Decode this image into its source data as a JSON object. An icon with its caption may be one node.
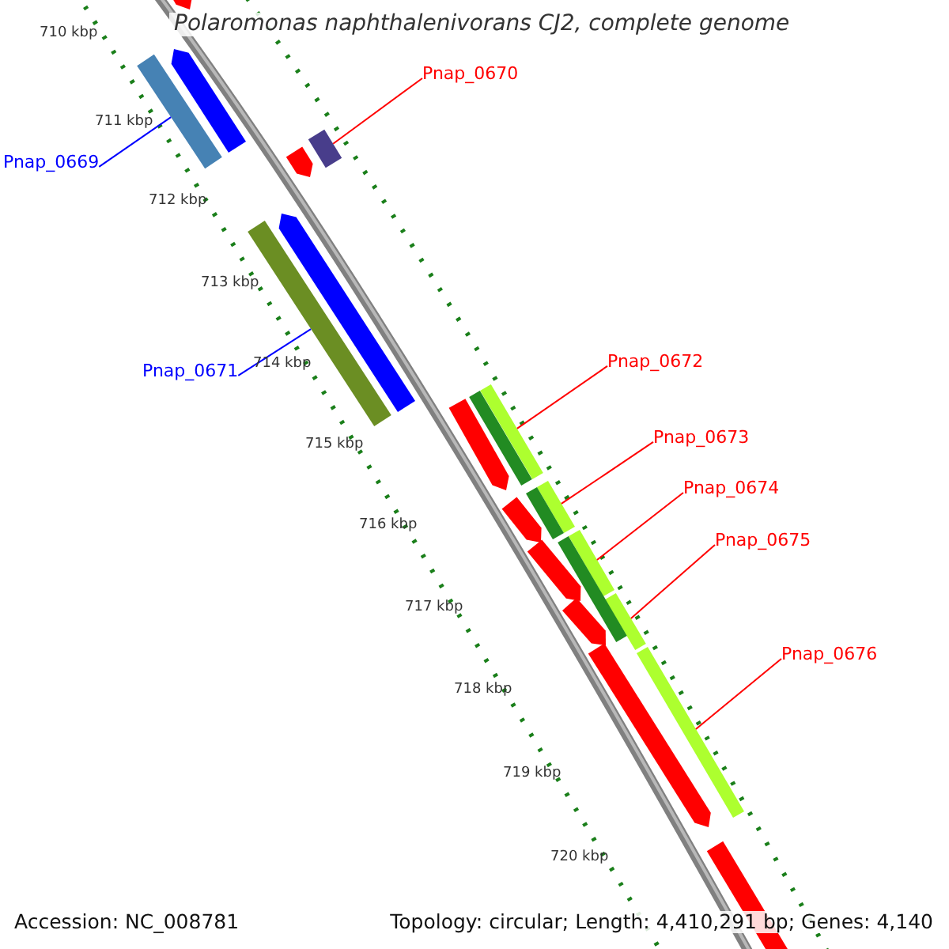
{
  "diagram": {
    "title": "Polaromonas naphthalenivorans CJ2, complete genome",
    "nodes": [
      {
        "text": [
          "Pnap_0669"
        ]
      },
      {
        "text": [],
        "shape": "bar"
      },
      {
        "text": [
          "Pnap_0670"
        ]
      },
      {
        "text": [],
        "shape": "bar"
      },
      {
        "text": [
          "Pnap_0671"
        ]
      },
      {
        "text": [],
        "shape": "bar"
      },
      {
        "text": [
          "Pnap_0672"
        ]
      },
      {
        "text": [],
        "shape": "bar"
      },
      {
        "text": [
          "Pnap_0673"
        ]
      },
      {
        "text": [],
        "shape": "bar"
      },
      {
        "text": [
          "Pnap_0674"
        ]
      },
      {
        "text": [],
        "shape": "bar"
      },
      {
        "text": [
          "Pnap_0675"
        ]
      },
      {
        "text": [],
        "shape": "bar"
      },
      {
        "text": [
          "Pnap_0676"
        ]
      },
      {
        "text": [],
        "shape": "bar"
      },
      {
        "text": [],
        "shape": "bar"
      },
      {
        "text": [],
        "shape": "bar"
      },
      {
        "text": [],
        "shape": "bar"
      },
      {
        "text": [],
        "shape": "bar"
      },
      {
        "text": [],
        "shape": "bar"
      },
      {
        "text": [],
        "shape": "bar"
      },
      {
        "text": [],
        "shape": "bar"
      },
      {
        "text": [],
        "shape": "bar"
      },
      {
        "text": [],
        "shape": "bar"
      },
      {
        "text": [],
        "shape": "bar"
      },
      {
        "text": [],
        "shape": "bar"
      },
      {
        "text": [],
        "shape": "bar"
      },
      {
        "text": [],
        "shape": "bar"
      }
    ],
    "edges": [
      {
        "from": 0,
        "to": 1,
        "arrow": "none",
        "color": "#0000ff"
      },
      {
        "from": 2,
        "to": 3,
        "arrow": "none"
      },
      {
        "from": 4,
        "to": 5,
        "arrow": "none",
        "color": "#0000ff"
      },
      {
        "from": 6,
        "to": 7,
        "arrow": "none"
      },
      {
        "from": 8,
        "to": 9,
        "arrow": "none"
      },
      {
        "from": 10,
        "to": 11,
        "arrow": "none"
      },
      {
        "from": 12,
        "to": 13,
        "arrow": "none"
      },
      {
        "from": 14,
        "to": 15,
        "arrow": "none"
      }
    ],
    "labels": [
      "710 kbp",
      "711 kbp",
      "712 kbp",
      "713 kbp",
      "714 kbp",
      "715 kbp",
      "716 kbp",
      "717 kbp",
      "718 kbp",
      "719 kbp",
      "720 kbp",
      "Accession: NC_008781",
      "Topology: circular; Length: 4,410,291 bp; Genes: 4,140"
    ]
  }
}
